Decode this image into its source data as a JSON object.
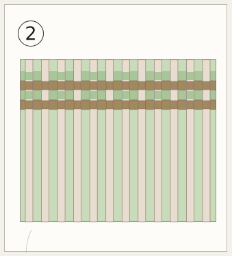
{
  "step": {
    "number": "2"
  },
  "weave": {
    "colors": {
      "background": "#c9dcb9",
      "strip": "#e8ddd0",
      "strip_edge": "#8c7f74",
      "band_light": "#a9c69a",
      "band_dark": "#a28860",
      "band_dark_edge": "#7a6648",
      "frame": "#9a9189"
    },
    "strip_count": 12,
    "bands": [
      {
        "tone": "light"
      },
      {
        "tone": "dark"
      },
      {
        "tone": "light"
      },
      {
        "tone": "dark"
      }
    ]
  }
}
